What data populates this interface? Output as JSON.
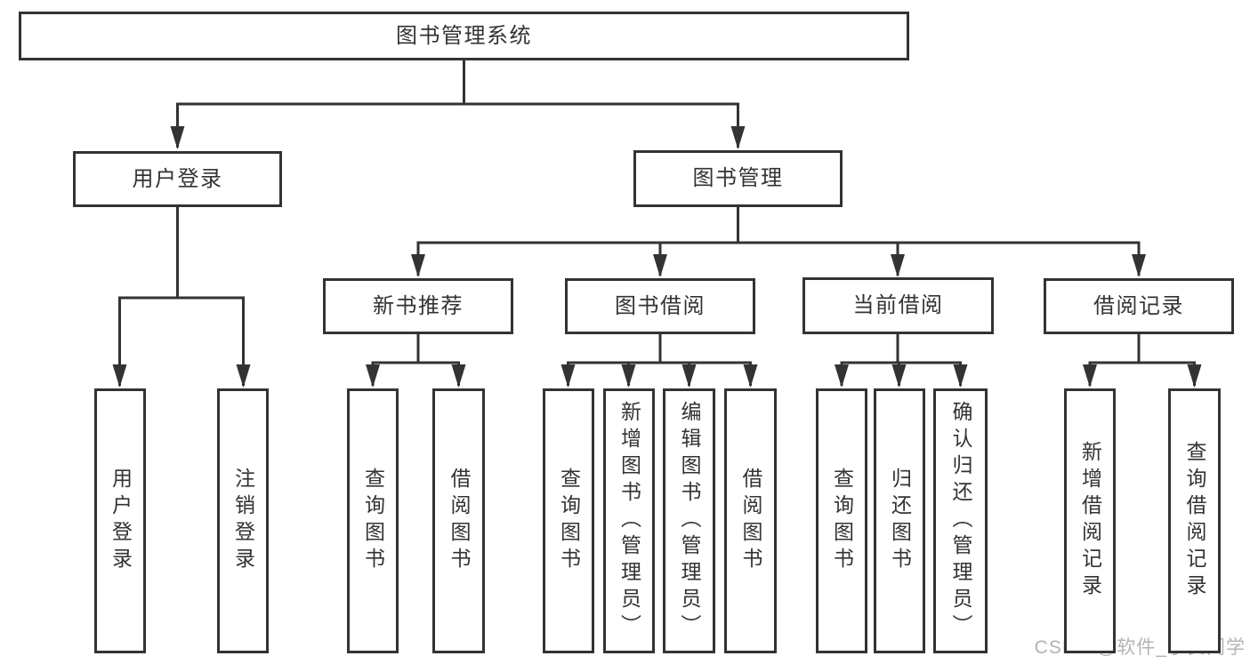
{
  "tree": {
    "root": "图书管理系统",
    "level2": {
      "user_login": "用户登录",
      "book_management": "图书管理"
    },
    "level3": {
      "new_book_recommend": "新书推荐",
      "book_borrow": "图书借阅",
      "current_borrow": "当前借阅",
      "borrow_records": "借阅记录"
    },
    "leaves": {
      "user_login": [
        "用户登录",
        "注销登录"
      ],
      "new_book_recommend": [
        "查询图书",
        "借阅图书"
      ],
      "book_borrow": [
        "查询图书",
        "新增图书（管理员）",
        "编辑图书（管理员）",
        "借阅图书"
      ],
      "current_borrow": [
        "查询图书",
        "归还图书",
        "确认归还（管理员）"
      ],
      "borrow_records": [
        "新增借阅记录",
        "查询借阅记录"
      ]
    }
  },
  "watermark": "CSDN @软件_小贺同学",
  "colors": {
    "line": "#333333",
    "text": "#333333",
    "background": "#ffffff",
    "watermark": "#b3b3b3"
  }
}
